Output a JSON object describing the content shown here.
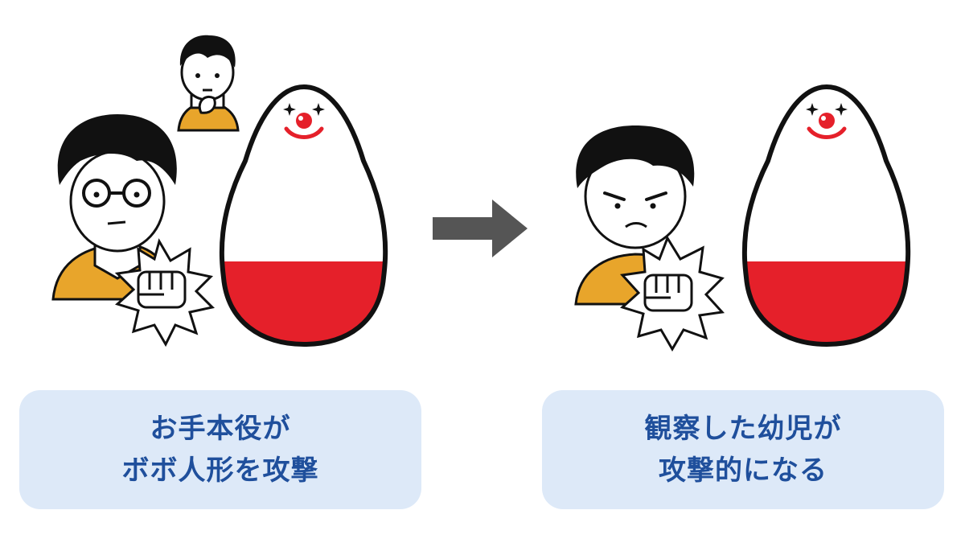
{
  "captions": {
    "left": {
      "line1": "お手本役が",
      "line2": "ボボ人形を攻撃"
    },
    "right": {
      "line1": "観察した幼児が",
      "line2": "攻撃的になる"
    }
  },
  "colors": {
    "caption_bg": "#dde9f8",
    "caption_text": "#1f4f9c",
    "doll_red": "#e5202a",
    "shirt": "#e8a52b",
    "arrow": "#555555",
    "outline": "#111111"
  },
  "icons": [
    "adult-figure",
    "observer-child-icon",
    "child-figure",
    "fist-burst-icon",
    "bobo-doll-icon",
    "right-arrow-icon",
    "clown-face-icon"
  ]
}
